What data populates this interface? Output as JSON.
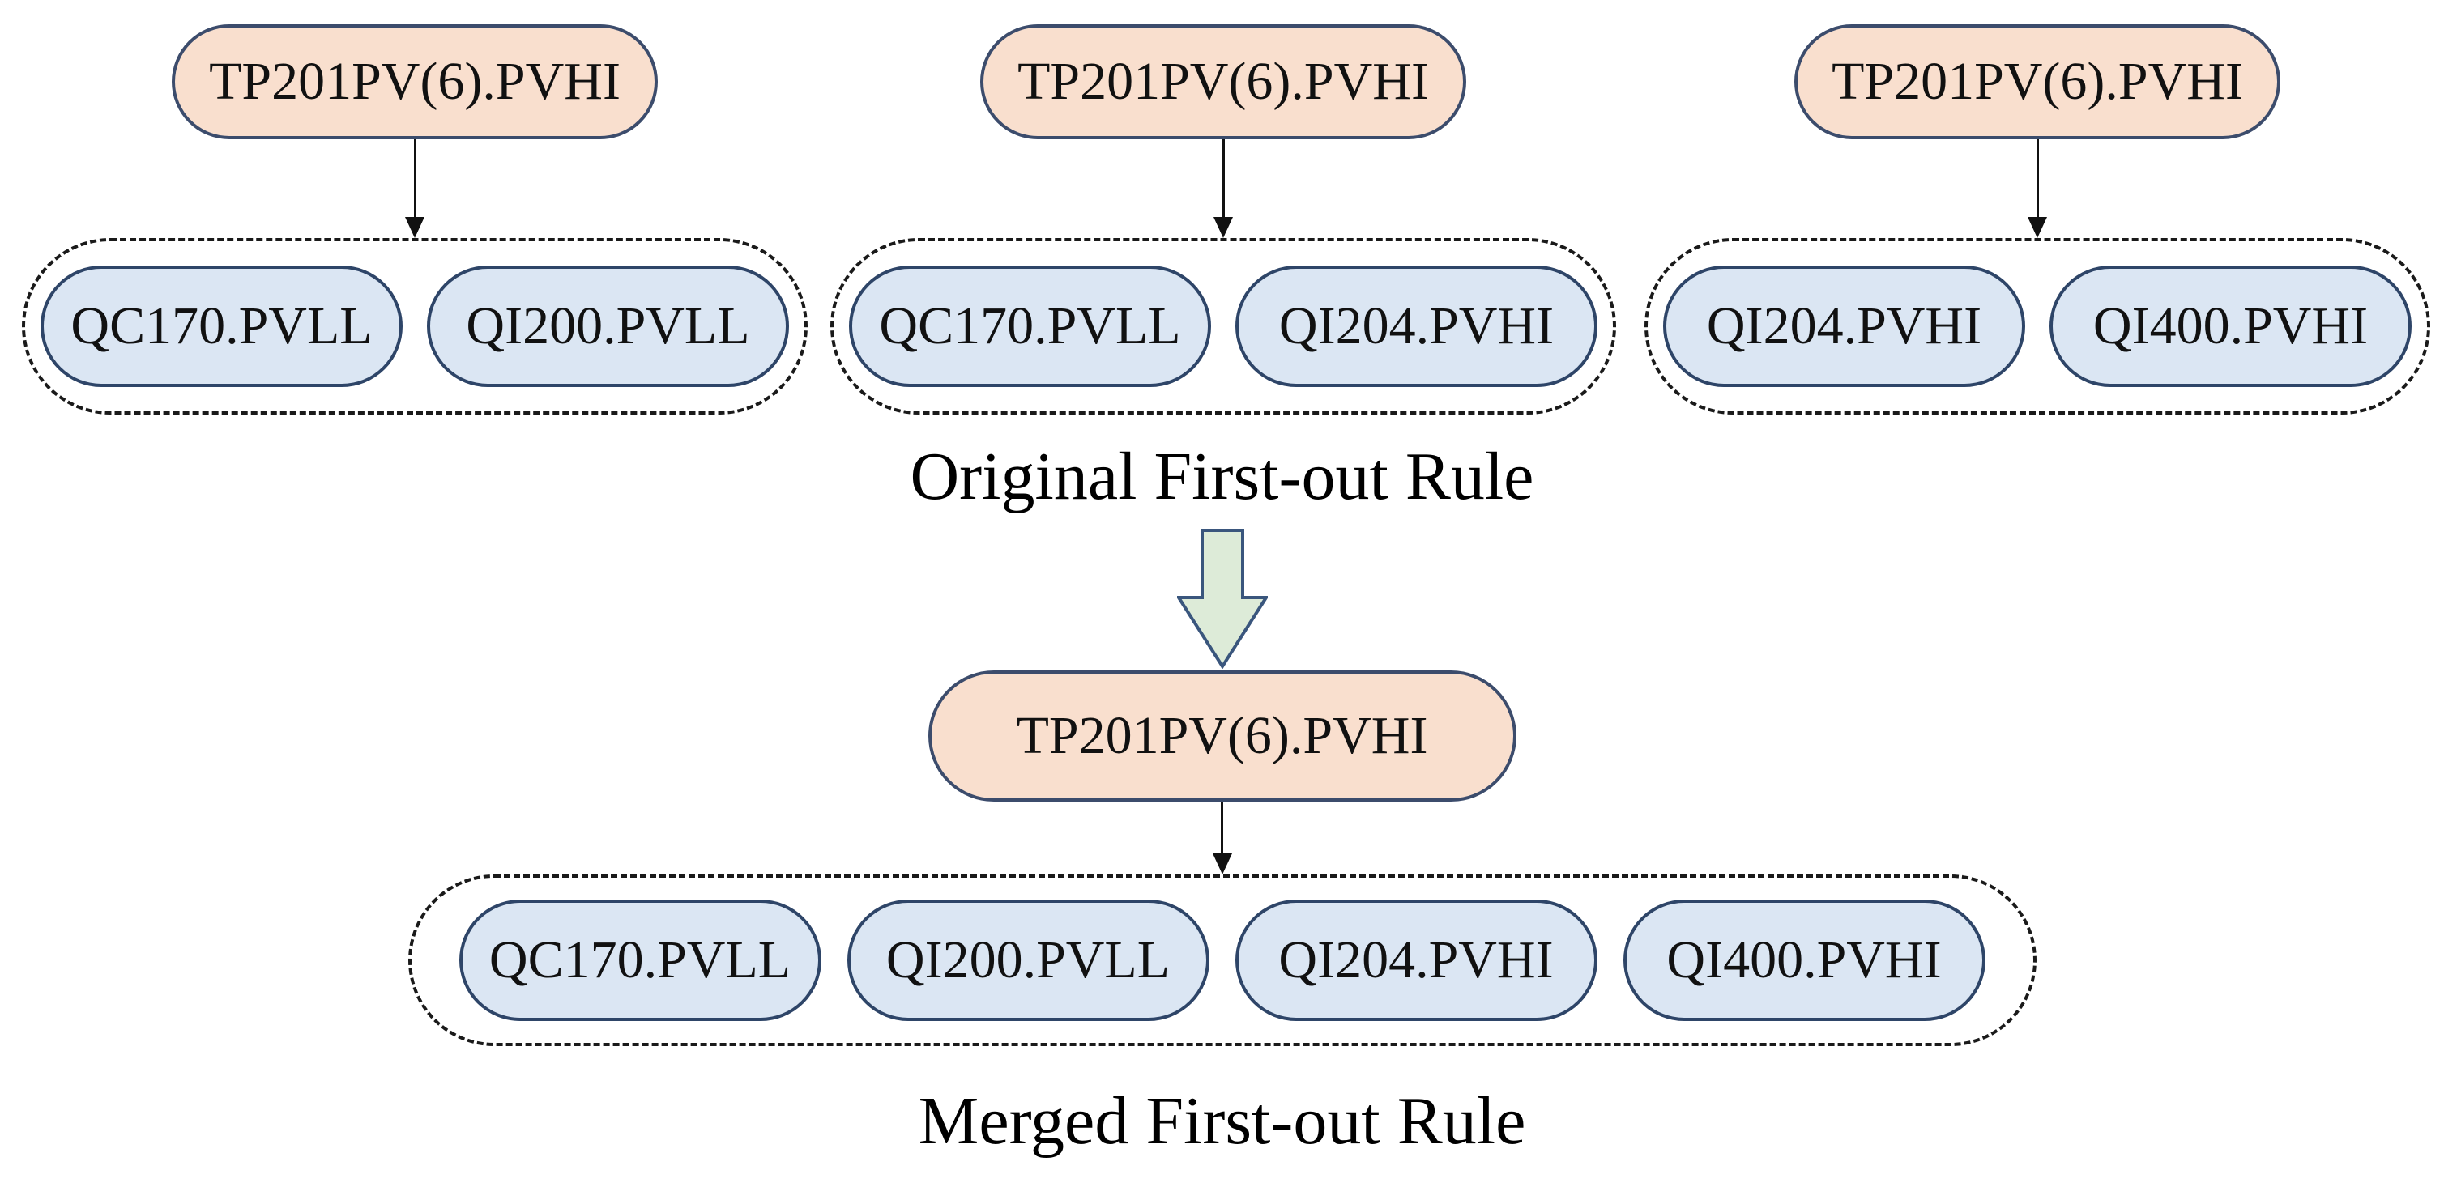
{
  "diagram": {
    "original": {
      "caption": "Original First-out Rule",
      "groups": [
        {
          "trigger": "TP201PV(6).PVHI",
          "outputs": [
            "QC170.PVLL",
            "QI200.PVLL"
          ]
        },
        {
          "trigger": "TP201PV(6).PVHI",
          "outputs": [
            "QC170.PVLL",
            "QI204.PVHI"
          ]
        },
        {
          "trigger": "TP201PV(6).PVHI",
          "outputs": [
            "QI204.PVHI",
            "QI400.PVHI"
          ]
        }
      ]
    },
    "merged": {
      "caption": "Merged First-out Rule",
      "trigger": "TP201PV(6).PVHI",
      "outputs": [
        "QC170.PVLL",
        "QI200.PVLL",
        "QI204.PVHI",
        "QI400.PVHI"
      ]
    },
    "colors": {
      "trigger_fill": "#f9dfce",
      "trigger_border": "#3c4c6c",
      "output_fill": "#dbe6f3",
      "output_border": "#2e4568",
      "merge_arrow_fill": "#ddebd8",
      "merge_arrow_border": "#3a567d",
      "connector": "#111111",
      "group_border": "#1a1a1a"
    }
  }
}
